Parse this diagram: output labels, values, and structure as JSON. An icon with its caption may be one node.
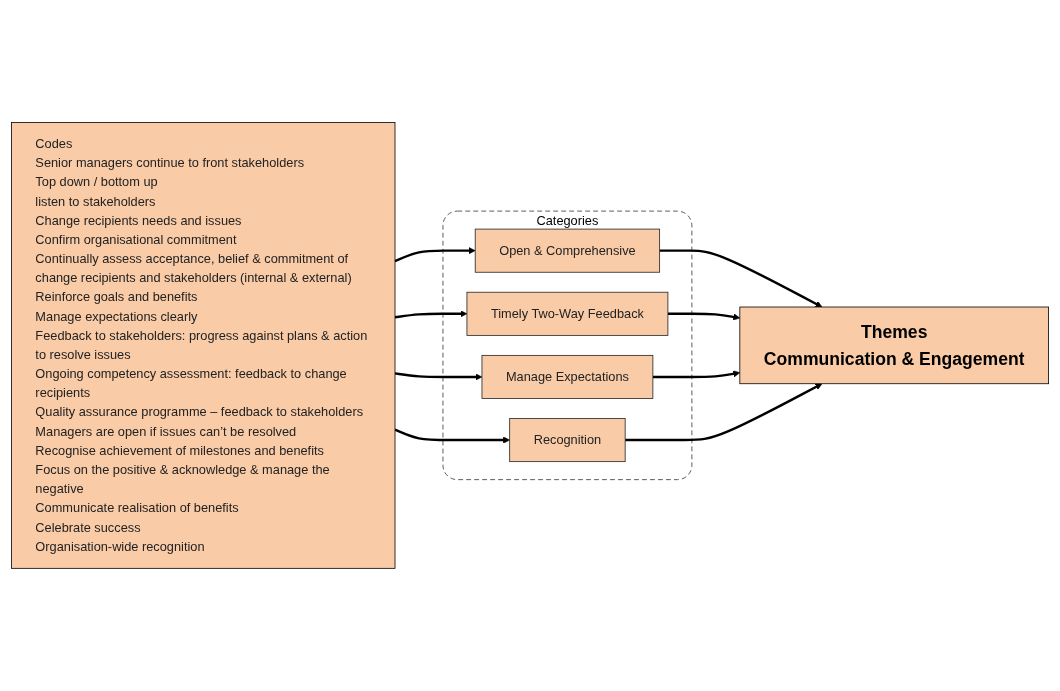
{
  "diagram": {
    "nodes": [
      {
        "text": [
          "Codes",
          "Senior managers continue to front stakeholders",
          "Top down / bottom up",
          "listen to stakeholders",
          "Change recipients needs and issues",
          "Confirm organisational commitment",
          "Continually assess acceptance, belief & commitment of change recipients and stakeholders (internal & external)",
          "Reinforce goals and benefits",
          "Manage expectations clearly",
          "Feedback to stakeholders: progress against plans & action to resolve issues",
          "Ongoing competency assessment: feedback to change recipients",
          "Quality assurance programme – feedback to stakeholders",
          "Managers are open if issues can’t be resolved",
          "Recognise achievement of milestones and benefits",
          "Focus on the positive & acknowledge & manage the negative",
          "Communicate realisation of benefits",
          "Celebrate success",
          "Organisation-wide recognition"
        ]
      },
      {
        "text": [
          "Categories"
        ]
      },
      {
        "text": [
          "Open & Comprehensive"
        ],
        "in": 1
      },
      {
        "text": [
          "Timely Two-Way Feedback"
        ],
        "in": 1
      },
      {
        "text": [
          "Manage Expectations"
        ],
        "in": 1
      },
      {
        "text": [
          "Recognition"
        ],
        "in": 1
      },
      {
        "text": [
          "Themes",
          "Communication & Engagement"
        ]
      }
    ],
    "edges": [
      {
        "from": 0,
        "to": 2,
        "arrow": "to"
      },
      {
        "from": 0,
        "to": 3,
        "arrow": "to"
      },
      {
        "from": 0,
        "to": 4,
        "arrow": "to"
      },
      {
        "from": 0,
        "to": 5,
        "arrow": "to"
      },
      {
        "from": 2,
        "to": 6,
        "arrow": "to"
      },
      {
        "from": 3,
        "to": 6,
        "arrow": "to"
      },
      {
        "from": 4,
        "to": 6,
        "arrow": "to"
      },
      {
        "from": 5,
        "to": 6,
        "arrow": "to"
      }
    ]
  }
}
